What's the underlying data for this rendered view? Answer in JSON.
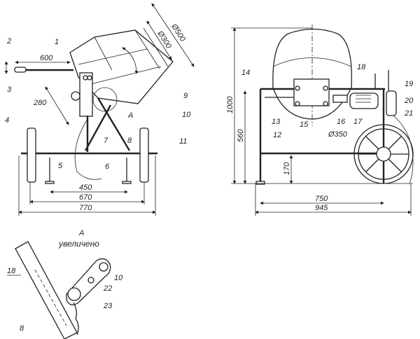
{
  "front_view": {
    "part_labels": [
      "1",
      "2",
      "3",
      "4",
      "5",
      "6",
      "7",
      "8",
      "9",
      "10",
      "11",
      "A"
    ],
    "dimensions": {
      "d_outer": "Ø500",
      "d_inner": "Ø300",
      "handle": "600",
      "height": "280",
      "feet": "450",
      "wheels": "670",
      "overall": "770"
    }
  },
  "side_view": {
    "part_labels": [
      "12",
      "13",
      "14",
      "15",
      "16",
      "17",
      "18",
      "19",
      "20",
      "21"
    ],
    "dimensions": {
      "height": "1000",
      "frame": "560",
      "bar": "170",
      "wheel": "Ø350",
      "base": "750",
      "overall": "945"
    }
  },
  "detail": {
    "title": "A",
    "subtitle": "увеличено",
    "part_labels": [
      "18",
      "10",
      "22",
      "23",
      "8"
    ]
  }
}
